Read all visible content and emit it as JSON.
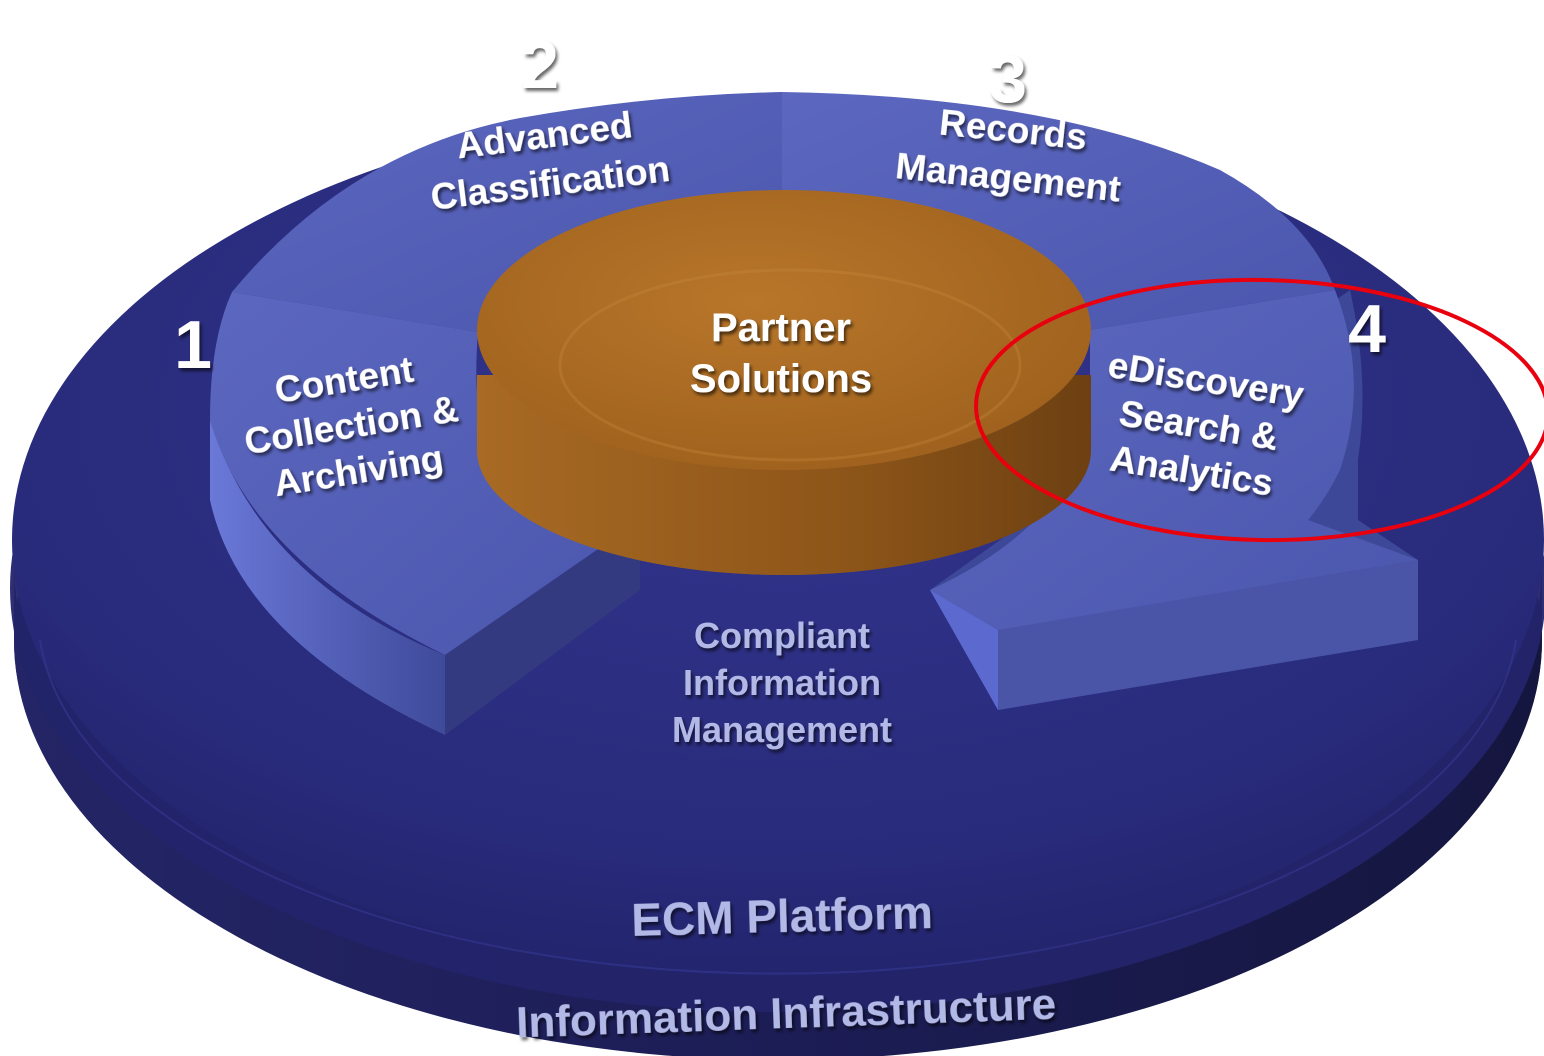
{
  "diagram": {
    "center": {
      "line1": "Partner",
      "line2": "Solutions"
    },
    "segments": [
      {
        "number": "1",
        "lines": [
          "Content",
          "Collection &",
          "Archiving"
        ]
      },
      {
        "number": "2",
        "lines": [
          "Advanced",
          "Classification"
        ]
      },
      {
        "number": "3",
        "lines": [
          "Records",
          "Management"
        ]
      },
      {
        "number": "4",
        "lines": [
          "eDiscovery",
          "Search &",
          "Analytics"
        ]
      }
    ],
    "inner_ring_label": [
      "Compliant",
      "Information",
      "Management"
    ],
    "platform_label": "ECM Platform",
    "base_label": "Information Infrastructure",
    "highlight": {
      "target": "segment 4",
      "color": "#e8000f"
    },
    "colors": {
      "base_disc": "#2a2b7e",
      "segment_top": "#5460b8",
      "segment_side": "#3c4796",
      "center_top": "#b06e22",
      "center_side": "#8a531a"
    }
  }
}
